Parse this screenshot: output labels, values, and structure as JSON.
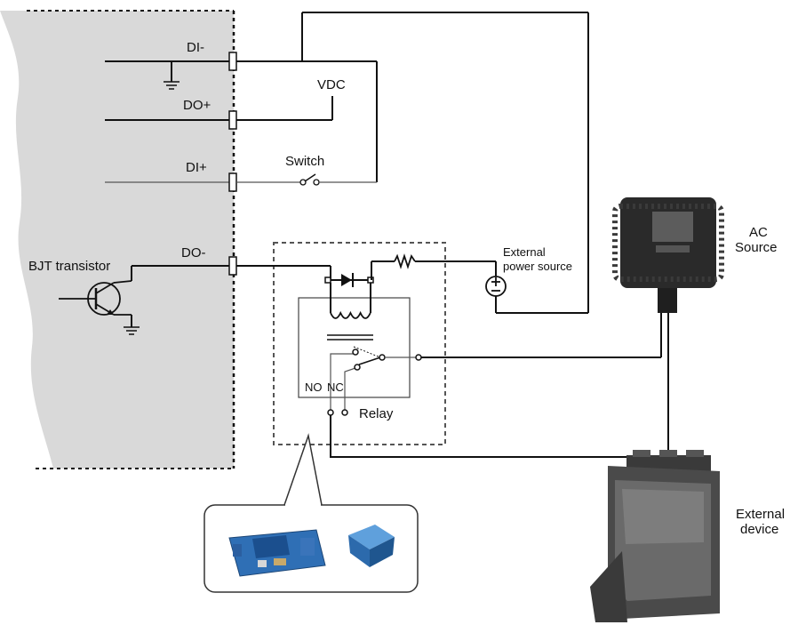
{
  "labels": {
    "di_minus": "DI-",
    "do_plus": "DO+",
    "di_plus": "DI+",
    "do_minus": "DO-",
    "vdc": "VDC",
    "switch": "Switch",
    "bjt": "BJT transistor",
    "ext_power_line1": "External",
    "ext_power_line2": "power source",
    "ac_line1": "AC",
    "ac_line2": "Source",
    "ext_device_line1": "External",
    "ext_device_line2": "device",
    "no": "NO",
    "nc": "NC",
    "relay": "Relay"
  },
  "colors": {
    "panel_fill": "#d9d9d9",
    "wire": "#111111",
    "adapter_body": "#2a2a2a",
    "device_body": "#4a4a4a",
    "relay_board": "#2f6fb5"
  }
}
